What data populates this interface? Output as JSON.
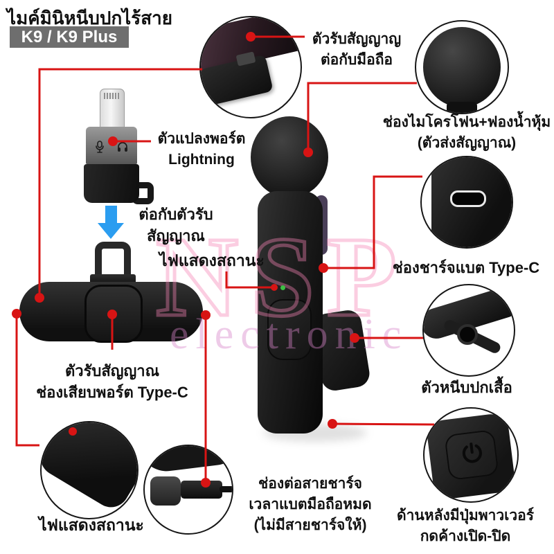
{
  "header": {
    "title": "ไมค์มินิหนีบปกไร้สาย",
    "model_badge": "K9 / K9 Plus"
  },
  "watermark": {
    "brand": "NSP",
    "sub": "electronic"
  },
  "labels": {
    "phone": [
      "ตัวรับสัญญาญ",
      "ต่อกับมือถือ"
    ],
    "adapter": [
      "ตัวแปลงพอร์ต",
      "Lightning"
    ],
    "connect": [
      "ต่อกับตัวรับ",
      "สัญญาณ"
    ],
    "status_top": [
      "ไฟแสดงสถานะ"
    ],
    "receiver": [
      "ตัวรับสัญญาณ",
      "ช่องเสียบพอร์ต Type-C"
    ],
    "mic_foam": [
      "ช่องไมโครโฟน+ฟองน้ำหุ้ม",
      "(ตัวส่งสัญญาณ)"
    ],
    "typec": [
      "ช่องชาร์จแบต Type-C"
    ],
    "clip": [
      "ตัวหนีบปกเสื้อ"
    ],
    "power": [
      "ด้านหลังมีปุ่มพาวเวอร์",
      "กดค้างเปิด-ปิด"
    ],
    "cable": [
      "ช่องต่อสายชาร์จ",
      "เวลาแบตมือถือหมด",
      "(ไม่มีสายชาร์จให้)"
    ],
    "status_bottom": [
      "ไฟแสดงสถานะ"
    ]
  },
  "colors": {
    "callout_line": "#d81414",
    "arrow_blue": "#2b9df0",
    "badge_bg": "#6e6e6e",
    "led_green": "#3dbf44",
    "led_red": "#e01616",
    "watermark_pink": "#f481b5"
  }
}
